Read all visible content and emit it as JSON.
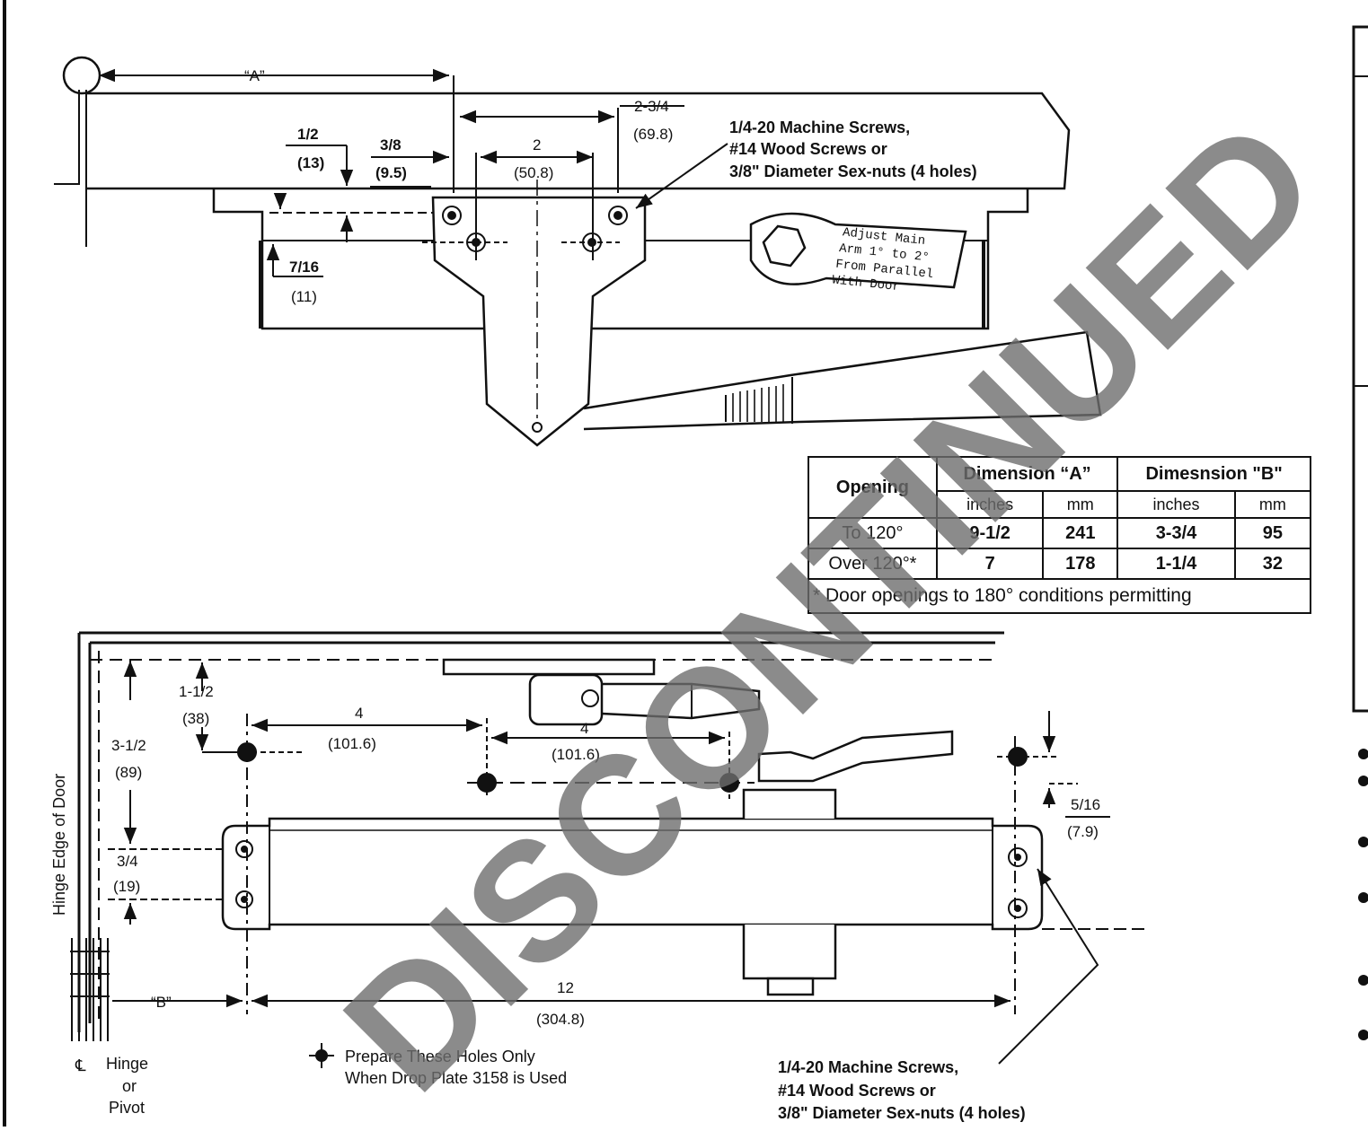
{
  "top_view": {
    "label_a": "“A”",
    "dim_1_2": "1/2",
    "dim_13": "(13)",
    "dim_3_8": "3/8",
    "dim_9_5": "(9.5)",
    "dim_2": "2",
    "dim_50_8": "(50.8)",
    "dim_2_3_4": "2-3/4",
    "dim_69_8": "(69.8)",
    "dim_7_16": "7/16",
    "dim_11": "(11)",
    "screw_note": [
      "1/4-20 Machine Screws,",
      "#14 Wood Screws or",
      "3/8\" Diameter Sex-nuts (4 holes)"
    ],
    "arm_note": [
      "Adjust Main",
      "Arm 1°  to 2°",
      "From Parallel",
      "With Door"
    ]
  },
  "table": {
    "opening": "Opening",
    "dim_a": "Dimension “A”",
    "dim_b": "Dimesnsion \"B\"",
    "inches": "inches",
    "mm": "mm",
    "rows": [
      {
        "opening": "To 120°",
        "a_in": "9-1/2",
        "a_mm": "241",
        "b_in": "3-3/4",
        "b_mm": "95"
      },
      {
        "opening": "Over 120°*",
        "a_in": "7",
        "a_mm": "178",
        "b_in": "1-1/4",
        "b_mm": "32"
      }
    ],
    "footnote": "* Door openings to 180° conditions permitting"
  },
  "bottom_view": {
    "hinge_edge": "Hinge Edge of Door",
    "dim_1_1_2": "1-1/2",
    "dim_38": "(38)",
    "dim_3_1_2": "3-1/2",
    "dim_89": "(89)",
    "dim_3_4": "3/4",
    "dim_19": "(19)",
    "dim_4a": "4",
    "dim_101_6a": "(101.6)",
    "dim_4b": "4",
    "dim_101_6b": "(101.6)",
    "dim_5_16": "5/16",
    "dim_7_9": "(7.9)",
    "label_b": "“B”",
    "dim_12": "12",
    "dim_304_8": "(304.8)",
    "hinge_symbol": "℄",
    "hinge_lines": [
      "Hinge",
      "or",
      "Pivot"
    ],
    "legend_lines": [
      "Prepare These Holes Only",
      "When Drop Plate 3158 is Used"
    ],
    "screw_note": [
      "1/4-20 Machine Screws,",
      "#14 Wood Screws or",
      "3/8\" Diameter Sex-nuts (4 holes)"
    ]
  },
  "watermark": "DISCONTINUED"
}
